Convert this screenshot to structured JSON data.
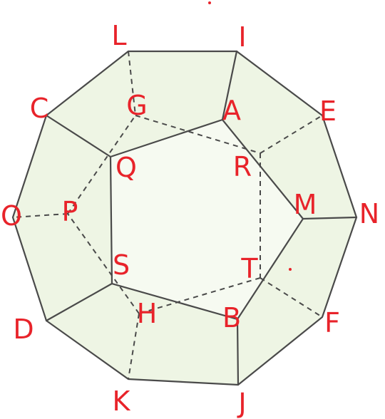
{
  "diagram": {
    "vertices": [
      {
        "id": "L",
        "label": "L"
      },
      {
        "id": "I",
        "label": "I"
      },
      {
        "id": "C",
        "label": "C"
      },
      {
        "id": "G",
        "label": "G"
      },
      {
        "id": "A",
        "label": "A"
      },
      {
        "id": "E",
        "label": "E"
      },
      {
        "id": "Q",
        "label": "Q"
      },
      {
        "id": "R",
        "label": "R"
      },
      {
        "id": "O",
        "label": "O"
      },
      {
        "id": "P",
        "label": "P"
      },
      {
        "id": "M",
        "label": "M"
      },
      {
        "id": "N",
        "label": "N"
      },
      {
        "id": "S",
        "label": "S"
      },
      {
        "id": "T",
        "label": "T"
      },
      {
        "id": "D",
        "label": "D"
      },
      {
        "id": "H",
        "label": "H"
      },
      {
        "id": "B",
        "label": "B"
      },
      {
        "id": "F",
        "label": "F"
      },
      {
        "id": "K",
        "label": "K"
      },
      {
        "id": "J",
        "label": "J"
      }
    ],
    "colors": {
      "label": "#e8232a",
      "edge": "#4a4a4a",
      "face": "#eef5e4"
    }
  }
}
